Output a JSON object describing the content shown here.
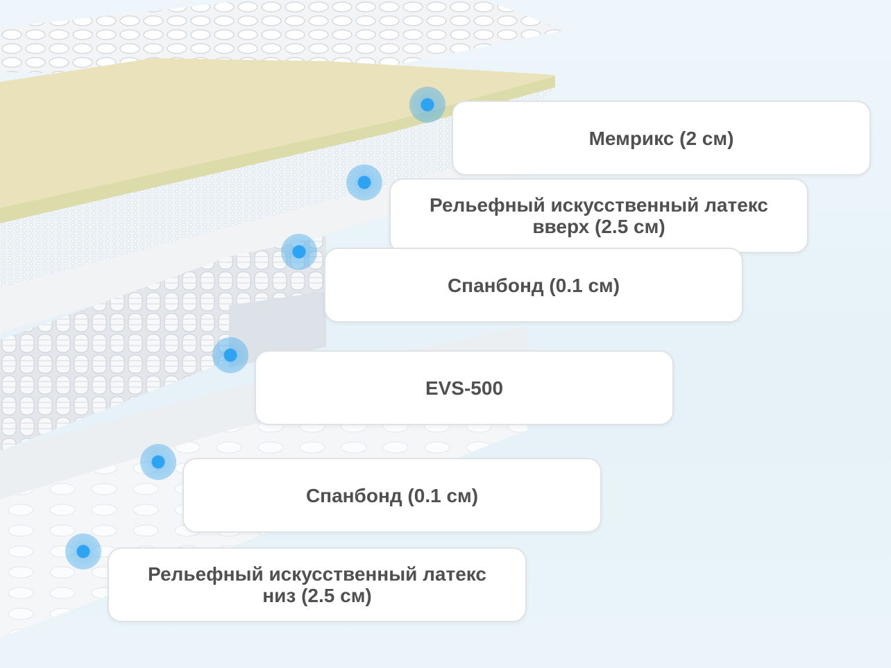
{
  "layers": [
    {
      "label": "Мемрикс (2 см)"
    },
    {
      "label": "Рельефный искусственный латекс вверх (2.5 см)"
    },
    {
      "label": "Спанбонд (0.1 см)"
    },
    {
      "label": "EVS-500"
    },
    {
      "label": "Спанбонд (0.1 см)"
    },
    {
      "label": "Рельефный искусственный латекс низ (2.5 см)"
    }
  ],
  "colors": {
    "marker": "#2ea3f2",
    "memory_foam": "#e9e2bb",
    "label_text": "#505050"
  }
}
